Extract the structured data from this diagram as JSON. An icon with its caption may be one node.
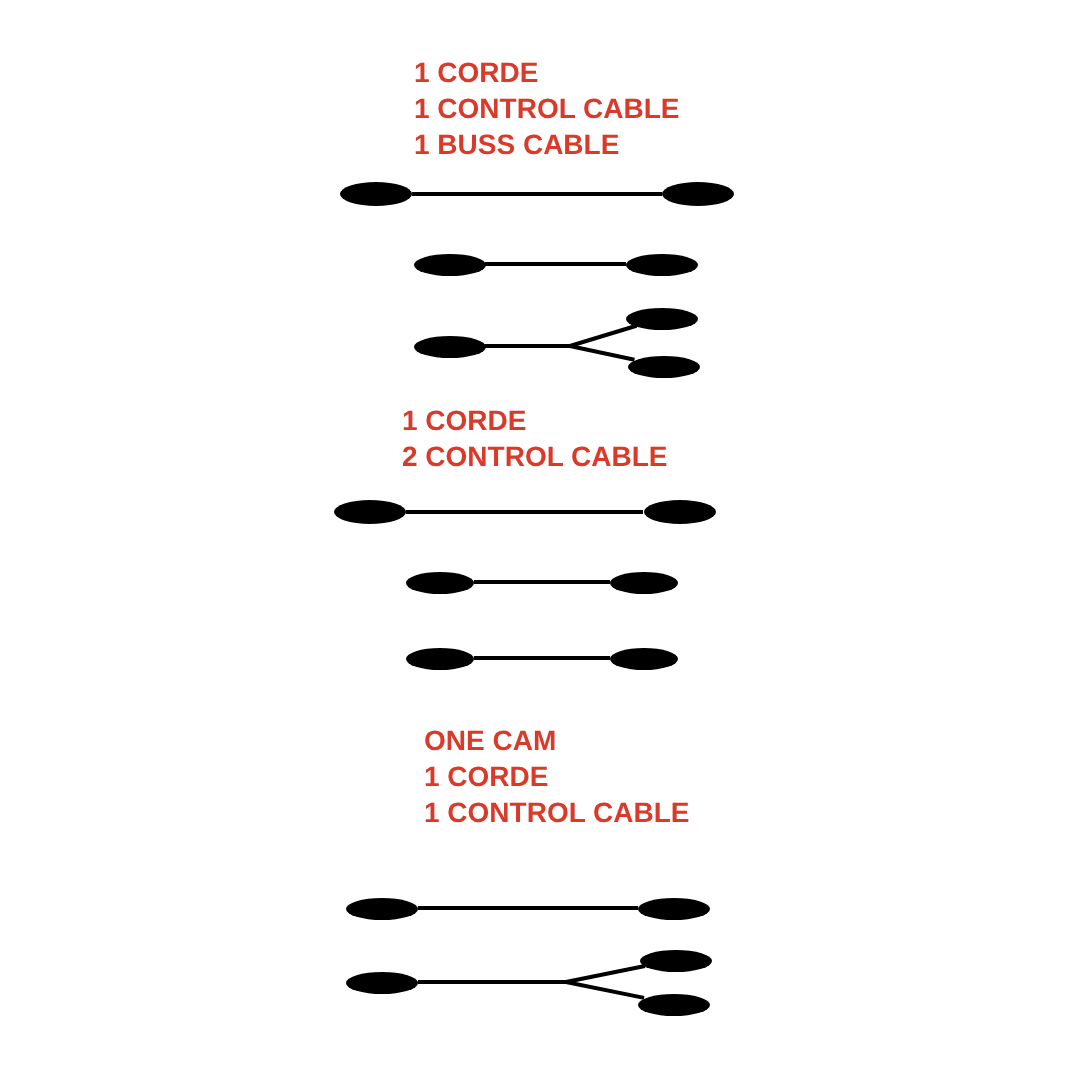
{
  "diagram": {
    "nodes": [
      {
        "text": [],
        "shape": "ellipse"
      },
      {
        "text": [],
        "shape": "ellipse"
      },
      {
        "text": [],
        "shape": "ellipse"
      },
      {
        "text": [],
        "shape": "ellipse"
      },
      {
        "text": [],
        "shape": "ellipse"
      },
      {
        "text": [],
        "shape": "ellipse"
      },
      {
        "text": [],
        "shape": "ellipse"
      },
      {
        "text": [],
        "shape": "ellipse"
      },
      {
        "text": [],
        "shape": "ellipse"
      },
      {
        "text": [],
        "shape": "ellipse"
      },
      {
        "text": [],
        "shape": "ellipse"
      },
      {
        "text": [],
        "shape": "ellipse"
      },
      {
        "text": [],
        "shape": "ellipse"
      },
      {
        "text": [],
        "shape": "ellipse"
      },
      {
        "text": [],
        "shape": "ellipse"
      },
      {
        "text": [],
        "shape": "ellipse"
      },
      {
        "text": [],
        "shape": "ellipse"
      },
      {
        "text": [],
        "shape": "ellipse"
      }
    ],
    "edges": [
      {
        "from": 0,
        "to": 1,
        "arrow": "none"
      },
      {
        "from": 2,
        "to": 3,
        "arrow": "none"
      },
      {
        "from": 4,
        "to": 5,
        "arrow": "none"
      },
      {
        "from": 4,
        "to": 6,
        "arrow": "none"
      },
      {
        "from": 7,
        "to": 8,
        "arrow": "none"
      },
      {
        "from": 9,
        "to": 10,
        "arrow": "none"
      },
      {
        "from": 11,
        "to": 12,
        "arrow": "none"
      },
      {
        "from": 13,
        "to": 14,
        "arrow": "none"
      },
      {
        "from": 15,
        "to": 16,
        "arrow": "none"
      },
      {
        "from": 15,
        "to": 17,
        "arrow": "none"
      }
    ],
    "labels": [
      "1 CORDE",
      "1 CONTROL CABLE",
      "1 BUSS CABLE",
      "1 CORDE",
      "2 CONTROL CABLE",
      "ONE CAM",
      "1 CORDE",
      "1 CONTROL CABLE"
    ]
  }
}
